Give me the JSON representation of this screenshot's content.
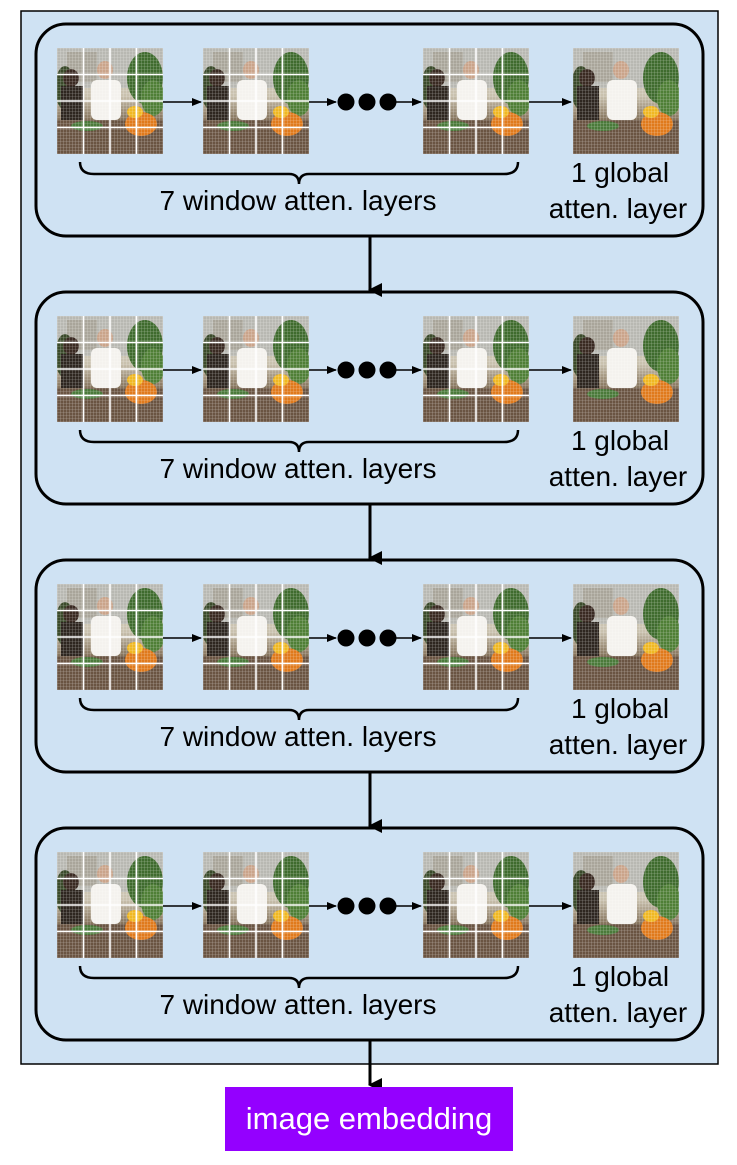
{
  "colors": {
    "panel_fill": "#cfe2f3",
    "stroke": "#000000",
    "output_fill": "#9400ff",
    "output_text": "#ffffff"
  },
  "stages": [
    {
      "window_layers_label": "7 window atten. layers",
      "global_layer_label_line1": "1 global",
      "global_layer_label_line2": "atten. layer"
    },
    {
      "window_layers_label": "7 window atten. layers",
      "global_layer_label_line1": "1 global",
      "global_layer_label_line2": "atten. layer"
    },
    {
      "window_layers_label": "7 window atten. layers",
      "global_layer_label_line1": "1 global",
      "global_layer_label_line2": "atten. layer"
    },
    {
      "window_layers_label": "7 window atten. layers",
      "global_layer_label_line1": "1 global",
      "global_layer_label_line2": "atten. layer"
    }
  ],
  "output": {
    "label": "image embedding"
  }
}
